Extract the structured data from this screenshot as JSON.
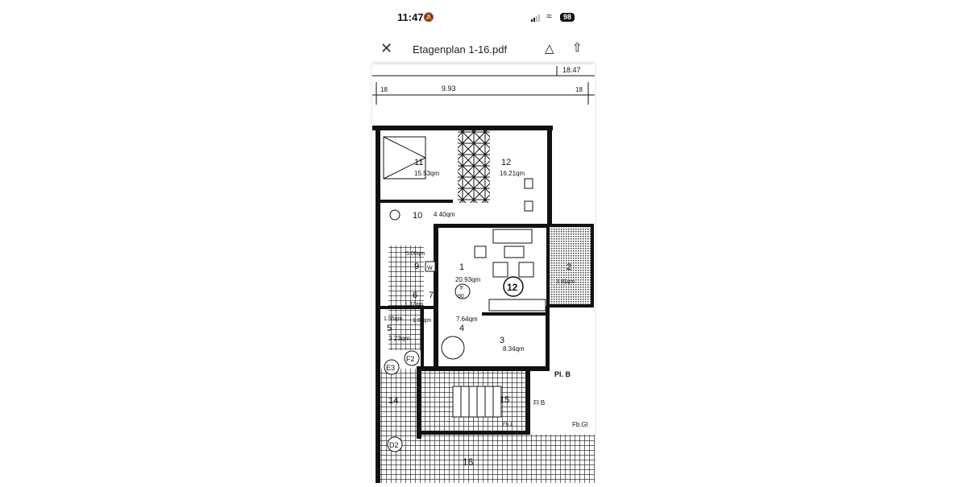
{
  "status_bar": {
    "time": "11:47",
    "battery": "98",
    "icons": [
      "bell-slash-icon",
      "signal-icon",
      "wifi-icon",
      "battery-icon"
    ]
  },
  "toolbar": {
    "close_icon": "close-icon",
    "title": "Etagenplan 1-16.pdf",
    "drive_icon": "add-to-drive-icon",
    "share_icon": "share-icon"
  },
  "plan": {
    "dimensions": {
      "total": "18.47",
      "left": "18",
      "middle": "9.93",
      "right": "18"
    },
    "rooms": [
      {
        "num": "11",
        "area": "15.53qm"
      },
      {
        "num": "12",
        "area": "16.21qm"
      },
      {
        "num": "10",
        "area": "4 40qm"
      },
      {
        "num": "1",
        "area": "20.93qm"
      },
      {
        "num": "2",
        "area": "3.91qm"
      },
      {
        "num": "9",
        "area": "5.00qm"
      },
      {
        "num": "6",
        "area": "1.37qm"
      },
      {
        "num": "7",
        "area": "1.05qm"
      },
      {
        "num": "4",
        "area": "7.64qm"
      },
      {
        "num": "5",
        "area": "3 23qm"
      },
      {
        "num": "3",
        "area": "8.34qm"
      },
      {
        "num": "14",
        "area": ""
      },
      {
        "num": "15",
        "area": ""
      },
      {
        "num": "16",
        "area": ""
      }
    ],
    "extra_area": "1.55qm",
    "apartment_no": "12",
    "fire_door_top": "F",
    "fire_door_bottom": "90",
    "washer": "W",
    "markers": [
      "E3",
      "F2",
      "D2"
    ],
    "notes": [
      "Pl. B",
      "Fl B",
      "Fb.Gl",
      "Fh 1"
    ]
  }
}
